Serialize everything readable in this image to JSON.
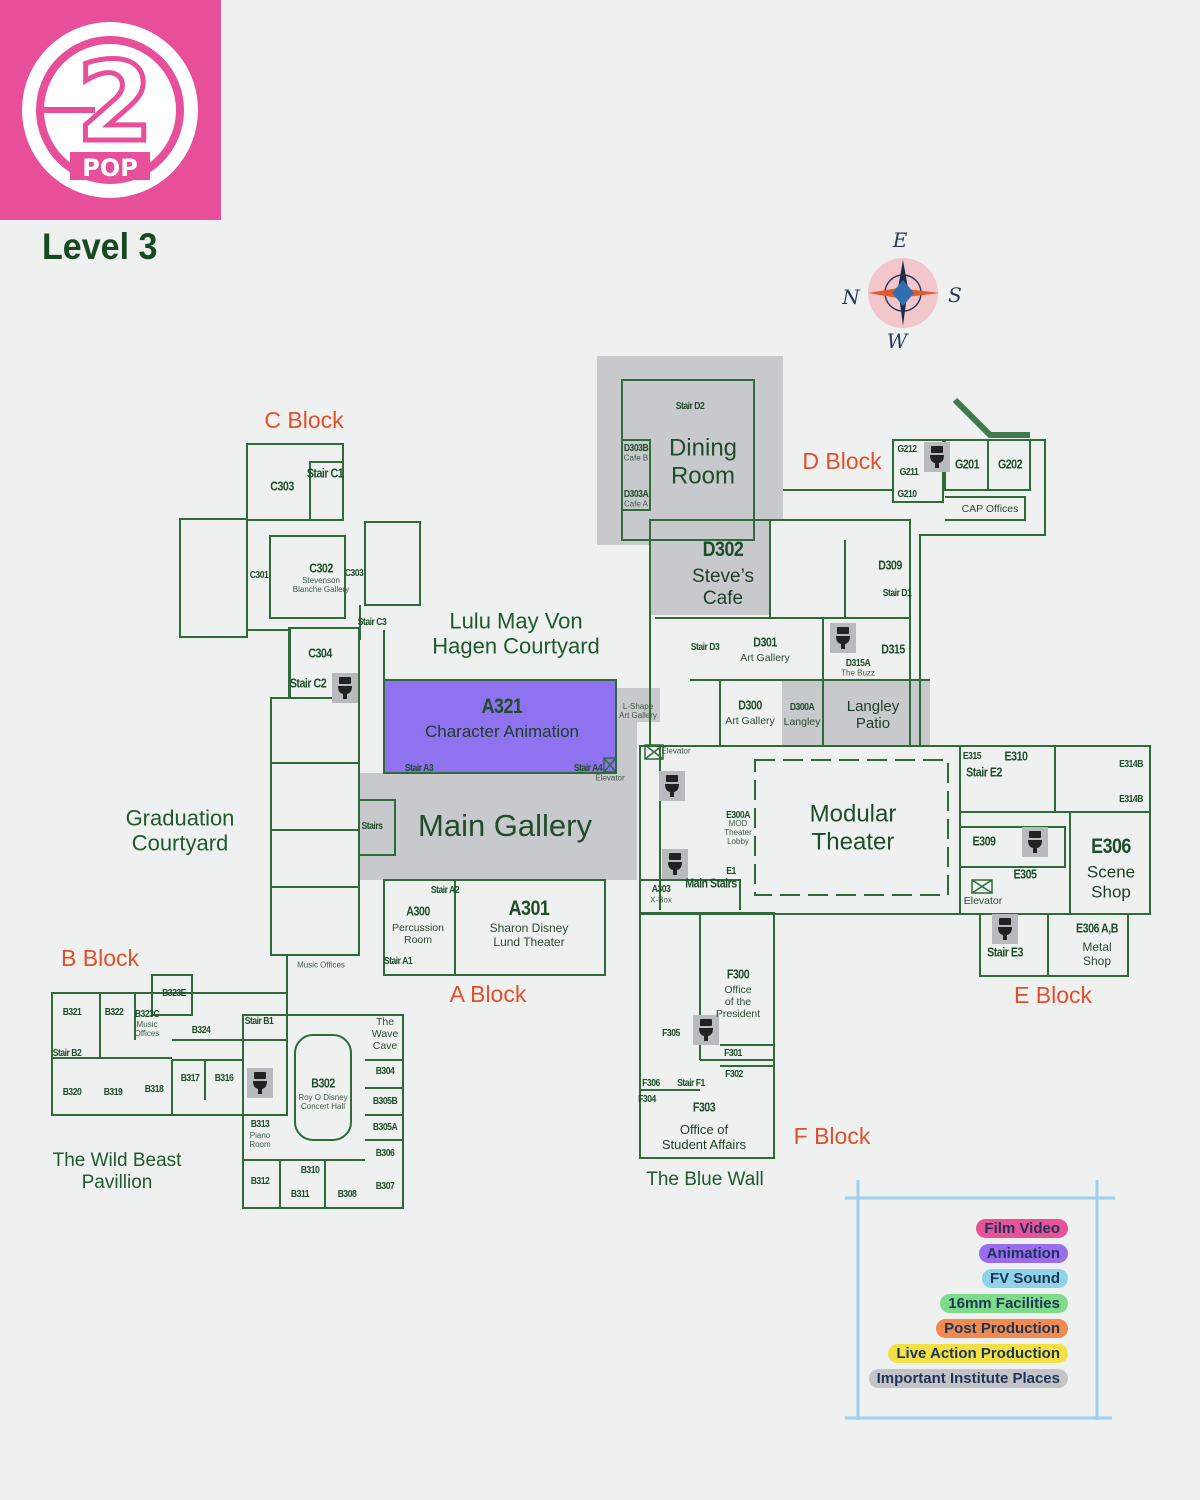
{
  "header": {
    "logo_text": "POP",
    "logo_number": "2",
    "level": "Level 3"
  },
  "compass": {
    "e": "E",
    "n": "N",
    "s": "S",
    "w": "W"
  },
  "blocks": {
    "c": "C Block",
    "d": "D Block",
    "a": "A Block",
    "b": "B Block",
    "e": "E Block",
    "f": "F Block"
  },
  "areas": {
    "courtyard": "Lulu May Von\nHagen Courtyard",
    "graduation": "Graduation\nCourtyard",
    "wild_beast": "The Wild Beast\nPavillion",
    "blue_wall": "The Blue Wall",
    "main_gallery": "Main Gallery",
    "dining": "Dining\nRoom",
    "modular": "Modular\nTheater",
    "langley_patio": "Langley\nPatio"
  },
  "rooms": {
    "c303a": "C303",
    "stair_c1": "Stair C1",
    "c301": "C301",
    "c302": "C302",
    "c302_name": "Stevenson\nBlanche Gallery",
    "c303b": "C303",
    "stair_c3": "Stair C3",
    "c304": "C304",
    "stair_c2": "Stair C2",
    "stair_d2": "Stair D2",
    "d303b": "D303B",
    "d303b_name": "Cafe B",
    "d303a": "D303A",
    "d303a_name": "Cafe A",
    "d302": "D302",
    "d302_name": "Steve’s\nCafe",
    "d309": "D309",
    "stair_d1": "Stair D1",
    "d301": "D301",
    "d301_name": "Art Gallery",
    "stair_d3": "Stair D3",
    "d315": "D315",
    "d315a": "D315A",
    "d315a_name": "The Buzz",
    "d300": "D300",
    "d300_name": "Art Gallery",
    "d300a": "D300A",
    "d300a_name": "Langley",
    "g212": "G212",
    "g211": "G211",
    "g210": "G210",
    "g201": "G201",
    "g202": "G202",
    "cap": "CAP Offices",
    "a321": "A321",
    "a321_name": "Character Animation",
    "lshape": "L-Shape\nArt Gallery",
    "stair_a3": "Stair A3",
    "stair_a4": "Stair A4",
    "elevator_a": "Elevator",
    "elevator_d": "Elevator",
    "stairs": "Stairs",
    "stair_a2": "Stair A2",
    "a300": "A300",
    "a300_name": "Percussion\nRoom",
    "a301": "A301",
    "a301_name": "Sharon Disney\nLund Theater",
    "stair_a1": "Stair A1",
    "music_offices": "Music Offices",
    "e300a": "E300A",
    "e300a_name": "MOD\nTheater\nLobby",
    "e1": "E1",
    "main_stairs": "Main Stairs",
    "a303": "A303",
    "a303_name": "X-Box",
    "e315": "E315",
    "e310": "E310",
    "stair_e2": "Stair E2",
    "e314b_1": "E314B",
    "e314b_2": "E314B",
    "e309": "E309",
    "e305": "E305",
    "elevator_e": "Elevator",
    "e306": "E306",
    "e306_name": "Scene\nShop",
    "stair_e3": "Stair E3",
    "e306ab": "E306 A,B",
    "e306ab_name": "Metal\nShop",
    "f300": "F300",
    "f300_name": "Office\nof the\nPresident",
    "f305": "F305",
    "f301": "F301",
    "f302": "F302",
    "f306": "F306",
    "stair_f1": "Stair F1",
    "f304": "F304",
    "f303": "F303",
    "f303_name": "Office of\nStudent Affairs",
    "b323e": "B323E",
    "b321": "B321",
    "b322": "B322",
    "b323c": "B323C",
    "b323c_name": "Music\nOffices",
    "b324": "B324",
    "stair_b1": "Stair B1",
    "stair_b2": "Stair B2",
    "b320": "B320",
    "b319": "B319",
    "b318": "B318",
    "b317": "B317",
    "b316": "B316",
    "wave_cave": "The\nWave\nCave",
    "b304": "B304",
    "b302": "B302",
    "b302_name": "Roy O Disney\nConcert Hall",
    "b305b": "B305B",
    "b305a": "B305A",
    "b313": "B313",
    "b313_name": "Piano\nRoom",
    "b306": "B306",
    "b310": "B310",
    "b312": "B312",
    "b311": "B311",
    "b308": "B308",
    "b307": "B307"
  },
  "legend": [
    {
      "label": "Film Video",
      "color": "#e8529a"
    },
    {
      "label": "Animation",
      "color": "#9b6cf0"
    },
    {
      "label": "FV Sound",
      "color": "#8fd3ea"
    },
    {
      "label": "16mm Facilities",
      "color": "#7edb8a"
    },
    {
      "label": "Post Production",
      "color": "#f08a50"
    },
    {
      "label": "Live Action Production",
      "color": "#f2e046"
    },
    {
      "label": "Important Institute Places",
      "color": "#c4c4c8"
    }
  ],
  "colors": {
    "wall": "#2f6b3a",
    "animation": "#8f72f0",
    "important": "#c8c9cc",
    "brand": "#e84f9a",
    "block_label": "#e0502a"
  }
}
